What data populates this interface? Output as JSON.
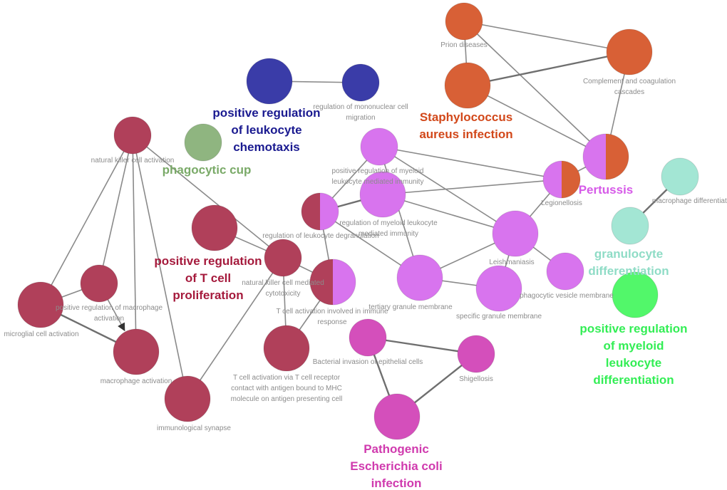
{
  "colors": {
    "crimson": "#b0405a",
    "navy": "#3a3ca8",
    "sage": "#8fb580",
    "orange": "#d86036",
    "violet": "#d874ee",
    "magenta": "#d44fbb",
    "mint": "#a3e6d4",
    "green": "#52f76a"
  },
  "group_label_colors": {
    "crimson": "#a51a3c",
    "navy": "#1a1a90",
    "sage": "#7aaa68",
    "orange": "#d2481a",
    "violet": "#d65ae8",
    "magenta": "#d03aae",
    "mint": "#8fdcc6",
    "green": "#33ee55"
  },
  "groups": [
    {
      "id": "g_tcell",
      "label": [
        "positive regulation",
        "of T cell",
        "proliferation"
      ],
      "color": "crimson"
    },
    {
      "id": "g_chemotaxis",
      "label": [
        "positive regulation",
        "of leukocyte",
        "chemotaxis"
      ],
      "color": "navy"
    },
    {
      "id": "g_phago",
      "label": [
        "phagocytic cup"
      ],
      "color": "sage"
    },
    {
      "id": "g_staph",
      "label": [
        "Staphylococcus",
        "aureus infection"
      ],
      "color": "orange"
    },
    {
      "id": "g_pertussis",
      "label": [
        "Pertussis"
      ],
      "color": "violet"
    },
    {
      "id": "g_ecoli",
      "label": [
        "Pathogenic",
        "Escherichia coli",
        "infection"
      ],
      "color": "magenta"
    },
    {
      "id": "g_granulo",
      "label": [
        "granulocyte",
        "differentiation"
      ],
      "color": "mint"
    },
    {
      "id": "g_myeloid",
      "label": [
        "positive regulation",
        "of myeloid",
        "leukocyte",
        "differentiation"
      ],
      "color": "green"
    }
  ],
  "nodes": [
    {
      "id": "nk_act",
      "label": [
        "natural killer cell activation"
      ],
      "colors": [
        "crimson"
      ]
    },
    {
      "id": "pos_t_prolif",
      "label": [],
      "colors": [
        "crimson"
      ]
    },
    {
      "id": "pos_mac_act",
      "label": [
        "positive regulation of macrophage",
        "activation"
      ],
      "colors": [
        "crimson"
      ]
    },
    {
      "id": "microglial",
      "label": [
        "microglial cell activation"
      ],
      "colors": [
        "crimson"
      ]
    },
    {
      "id": "mac_act",
      "label": [
        "macrophage activation"
      ],
      "colors": [
        "crimson"
      ]
    },
    {
      "id": "immuno_syn",
      "label": [
        "immunological synapse"
      ],
      "colors": [
        "crimson"
      ]
    },
    {
      "id": "nk_cyto",
      "label": [
        "natural killer cell mediated",
        "cytotoxicity"
      ],
      "colors": [
        "crimson"
      ]
    },
    {
      "id": "tcr_contact",
      "label": [
        "T cell activation via T cell receptor",
        "contact with antigen bound to MHC",
        "molecule on antigen presenting cell"
      ],
      "colors": [
        "crimson"
      ]
    },
    {
      "id": "leuk_degran",
      "label": [
        "regulation of leukocyte degranulation"
      ],
      "colors": [
        "crimson",
        "violet"
      ]
    },
    {
      "id": "tcell_immune",
      "label": [
        "T cell activation involved in immune",
        "response"
      ],
      "colors": [
        "crimson",
        "violet"
      ]
    },
    {
      "id": "pos_chemo",
      "label": [],
      "colors": [
        "navy"
      ]
    },
    {
      "id": "mono_mig",
      "label": [
        "regulation of mononuclear cell",
        "migration"
      ],
      "colors": [
        "navy"
      ]
    },
    {
      "id": "phago_cup",
      "label": [],
      "colors": [
        "sage"
      ]
    },
    {
      "id": "prion",
      "label": [
        "Prion diseases"
      ],
      "colors": [
        "orange"
      ]
    },
    {
      "id": "staph",
      "label": [],
      "colors": [
        "orange"
      ]
    },
    {
      "id": "complement",
      "label": [
        "Complement and coagulation",
        "cascades"
      ],
      "colors": [
        "orange"
      ]
    },
    {
      "id": "pertussis",
      "label": [],
      "colors": [
        "violet",
        "orange"
      ]
    },
    {
      "id": "legionellosis",
      "label": [
        "Legionellosis"
      ],
      "colors": [
        "violet",
        "orange"
      ]
    },
    {
      "id": "pos_myeloid_imm",
      "label": [
        "positive regulation of myeloid",
        "leukocyte mediated immunity"
      ],
      "colors": [
        "violet"
      ]
    },
    {
      "id": "myeloid_imm",
      "label": [
        "regulation of myeloid leukocyte",
        "mediated immunity"
      ],
      "colors": [
        "violet"
      ]
    },
    {
      "id": "leishmaniasis",
      "label": [
        "Leishmaniasis"
      ],
      "colors": [
        "violet"
      ]
    },
    {
      "id": "tertiary",
      "label": [
        "tertiary granule membrane"
      ],
      "colors": [
        "violet"
      ]
    },
    {
      "id": "specific",
      "label": [
        "specific granule membrane"
      ],
      "colors": [
        "violet"
      ]
    },
    {
      "id": "phago_vesicle",
      "label": [
        "phagocytic vesicle membrane"
      ],
      "colors": [
        "violet"
      ]
    },
    {
      "id": "bact_invasion",
      "label": [
        "Bacterial invasion of epithelial cells"
      ],
      "colors": [
        "magenta"
      ]
    },
    {
      "id": "shigellosis",
      "label": [
        "Shigellosis"
      ],
      "colors": [
        "magenta"
      ]
    },
    {
      "id": "ecoli",
      "label": [],
      "colors": [
        "magenta"
      ]
    },
    {
      "id": "mac_diff",
      "label": [
        "macrophage differentiation"
      ],
      "colors": [
        "mint"
      ]
    },
    {
      "id": "granulo_diff",
      "label": [],
      "colors": [
        "mint"
      ]
    },
    {
      "id": "pos_myeloid_diff",
      "label": [],
      "colors": [
        "green"
      ]
    }
  ],
  "edges": [
    {
      "from": "pos_chemo",
      "to": "mono_mig"
    },
    {
      "from": "prion",
      "to": "staph"
    },
    {
      "from": "prion",
      "to": "complement"
    },
    {
      "from": "prion",
      "to": "pertussis"
    },
    {
      "from": "staph",
      "to": "complement",
      "weight": "strong"
    },
    {
      "from": "staph",
      "to": "pertussis"
    },
    {
      "from": "complement",
      "to": "pertussis"
    },
    {
      "from": "pertussis",
      "to": "legionellosis"
    },
    {
      "from": "legionellosis",
      "to": "pos_myeloid_imm"
    },
    {
      "from": "legionellosis",
      "to": "myeloid_imm"
    },
    {
      "from": "legionellosis",
      "to": "leishmaniasis"
    },
    {
      "from": "pos_myeloid_imm",
      "to": "leuk_degran"
    },
    {
      "from": "pos_myeloid_imm",
      "to": "tertiary"
    },
    {
      "from": "pos_myeloid_imm",
      "to": "leishmaniasis"
    },
    {
      "from": "myeloid_imm",
      "to": "leuk_degran",
      "weight": "strong"
    },
    {
      "from": "myeloid_imm",
      "to": "leishmaniasis"
    },
    {
      "from": "leuk_degran",
      "to": "tertiary"
    },
    {
      "from": "leuk_degran",
      "to": "tcell_immune"
    },
    {
      "from": "leishmaniasis",
      "to": "tertiary"
    },
    {
      "from": "leishmaniasis",
      "to": "specific"
    },
    {
      "from": "leishmaniasis",
      "to": "phago_vesicle"
    },
    {
      "from": "tertiary",
      "to": "specific"
    },
    {
      "from": "nk_act",
      "to": "microglial"
    },
    {
      "from": "nk_act",
      "to": "pos_mac_act"
    },
    {
      "from": "nk_act",
      "to": "mac_act"
    },
    {
      "from": "nk_act",
      "to": "immuno_syn"
    },
    {
      "from": "nk_act",
      "to": "nk_cyto"
    },
    {
      "from": "pos_t_prolif",
      "to": "nk_cyto"
    },
    {
      "from": "microglial",
      "to": "pos_mac_act"
    },
    {
      "from": "microglial",
      "to": "mac_act",
      "weight": "strong"
    },
    {
      "from": "pos_mac_act",
      "to": "mac_act",
      "directed": true
    },
    {
      "from": "nk_cyto",
      "to": "tcell_immune"
    },
    {
      "from": "nk_cyto",
      "to": "tcr_contact"
    },
    {
      "from": "nk_cyto",
      "to": "immuno_syn"
    },
    {
      "from": "tcell_immune",
      "to": "tcr_contact"
    },
    {
      "from": "bact_invasion",
      "to": "shigellosis",
      "weight": "strong"
    },
    {
      "from": "bact_invasion",
      "to": "ecoli",
      "weight": "strong"
    },
    {
      "from": "shigellosis",
      "to": "ecoli",
      "weight": "strong"
    },
    {
      "from": "mac_diff",
      "to": "granulo_diff",
      "weight": "strong"
    }
  ]
}
